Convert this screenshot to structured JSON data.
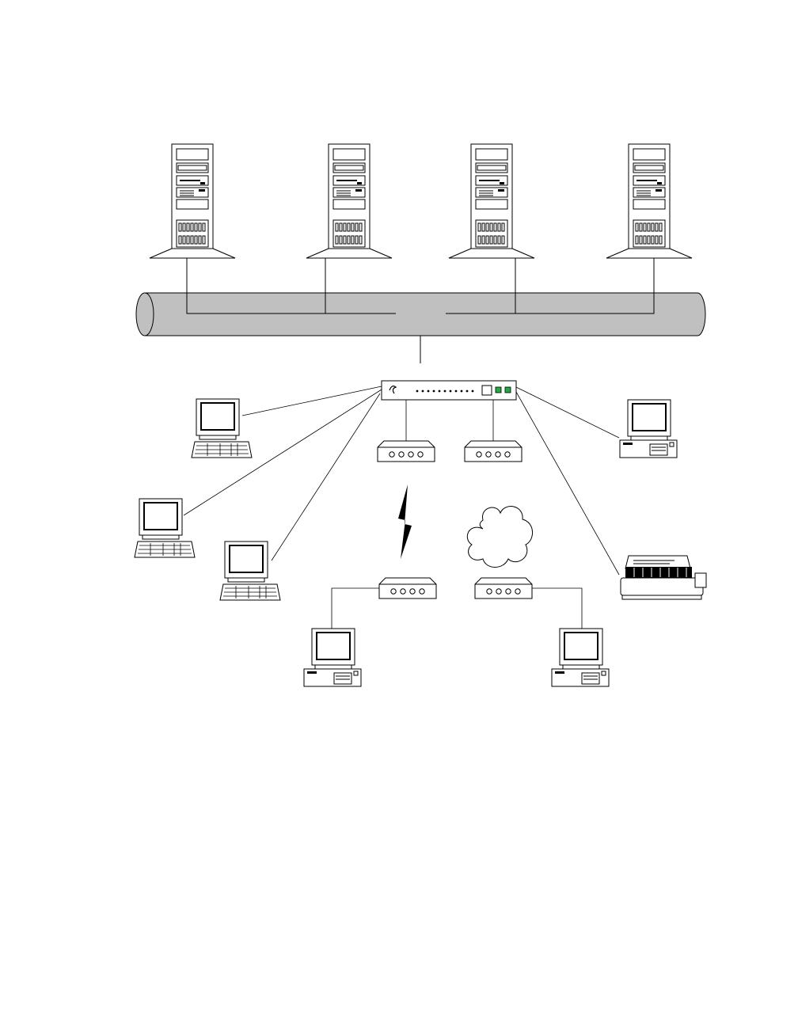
{
  "diagram": {
    "colors": {
      "line": "#000000",
      "backbone": "#c0c0c0",
      "screen": "#ffffff",
      "panel_led": "#22aa44",
      "background": "#ffffff"
    },
    "nodes": [
      {
        "id": "server-1",
        "icon": "tower-server-icon"
      },
      {
        "id": "server-2",
        "icon": "tower-server-icon"
      },
      {
        "id": "server-3",
        "icon": "tower-server-icon"
      },
      {
        "id": "server-4",
        "icon": "tower-server-icon"
      },
      {
        "id": "backbone",
        "icon": "backbone-cable-icon"
      },
      {
        "id": "hub",
        "icon": "network-hub-icon"
      },
      {
        "id": "modem-1",
        "icon": "modem-icon"
      },
      {
        "id": "modem-2",
        "icon": "modem-icon"
      },
      {
        "id": "modem-3",
        "icon": "modem-icon"
      },
      {
        "id": "modem-4",
        "icon": "modem-icon"
      },
      {
        "id": "wireless-link",
        "icon": "lightning-bolt-icon"
      },
      {
        "id": "internet-cloud",
        "icon": "cloud-icon"
      },
      {
        "id": "workstation-1",
        "icon": "terminal-icon"
      },
      {
        "id": "workstation-2",
        "icon": "terminal-icon"
      },
      {
        "id": "workstation-3",
        "icon": "terminal-icon"
      },
      {
        "id": "desktop-pc-1",
        "icon": "desktop-pc-icon"
      },
      {
        "id": "desktop-pc-2",
        "icon": "desktop-pc-icon"
      },
      {
        "id": "desktop-pc-3",
        "icon": "desktop-pc-icon"
      },
      {
        "id": "printer",
        "icon": "printer-icon"
      }
    ]
  }
}
